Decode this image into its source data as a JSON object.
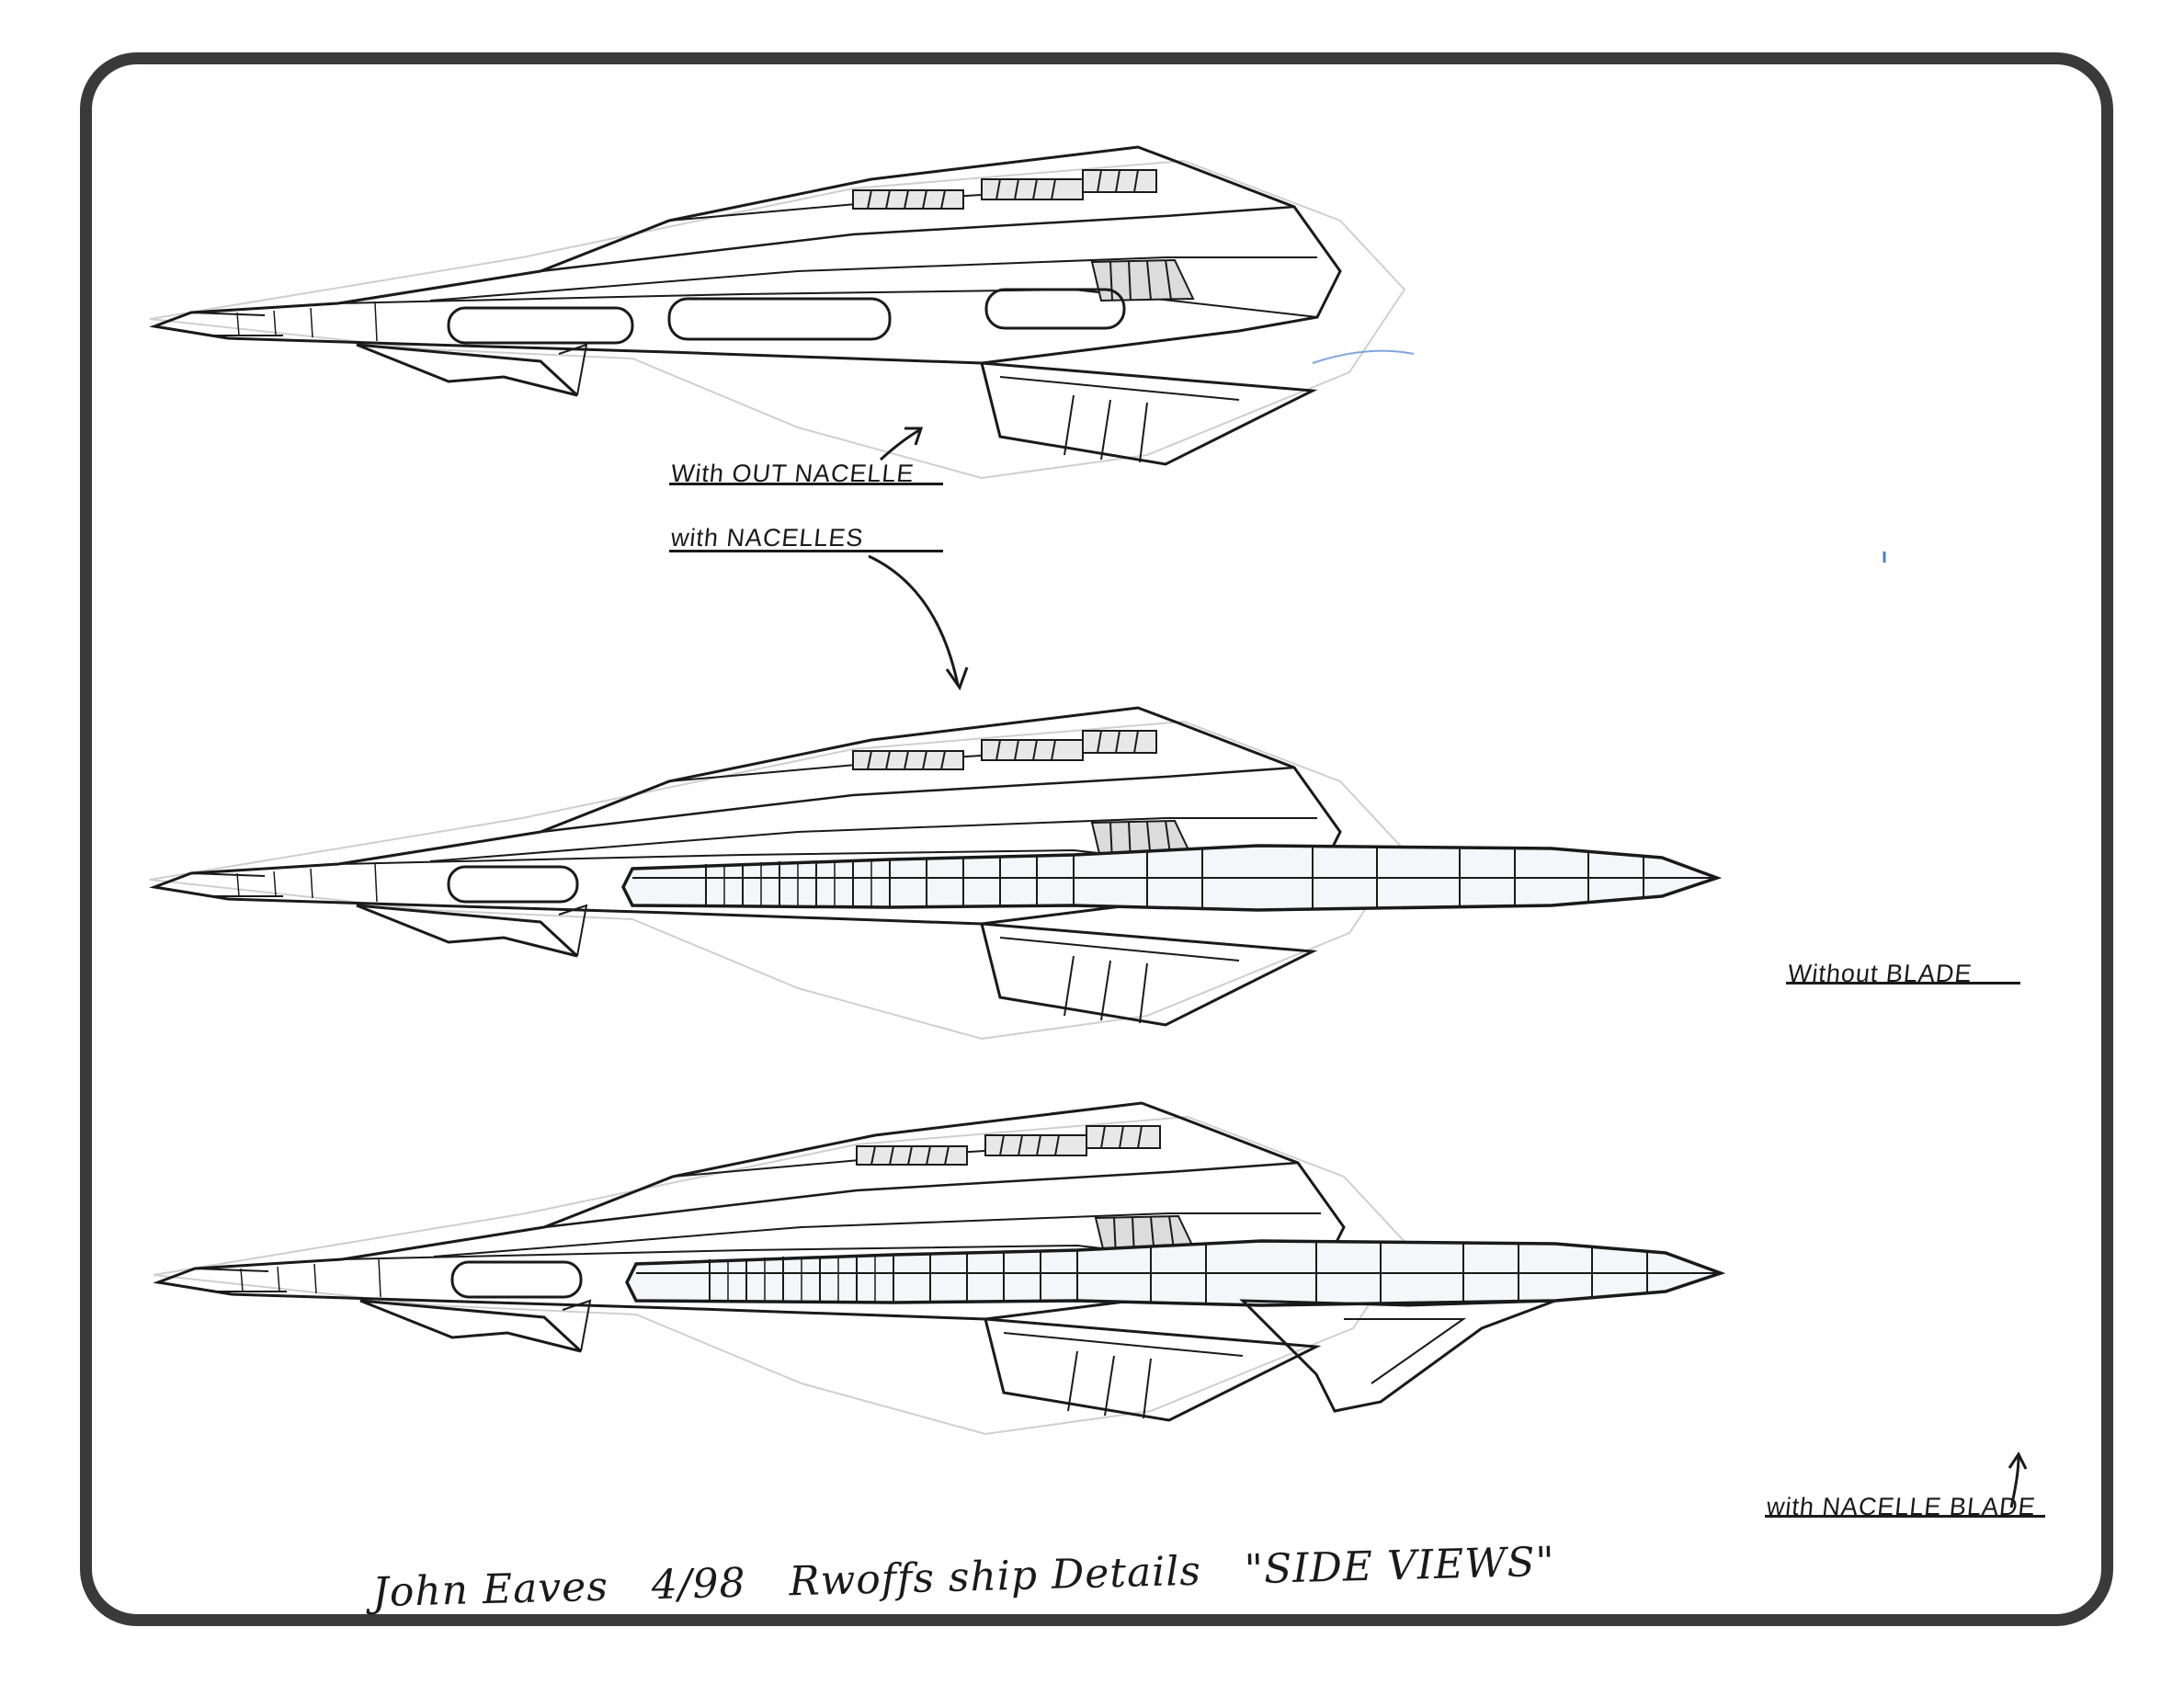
{
  "labels": {
    "without_nacelle": "With OUT NACELLE",
    "with_nacelles": "with NACELLES",
    "without_blade": "Without BLADE",
    "with_nacelle_blade": "with NACELLE BLADE"
  },
  "caption": {
    "signature": "John Eaves",
    "date": "4/98",
    "title": "Rwoffs ship Details",
    "subtitle": "\"SIDE VIEWS\""
  },
  "colors": {
    "ink": "#1a1a1a",
    "frame": "#3a3a3a",
    "shadow_blue": "#4a7fd0"
  }
}
